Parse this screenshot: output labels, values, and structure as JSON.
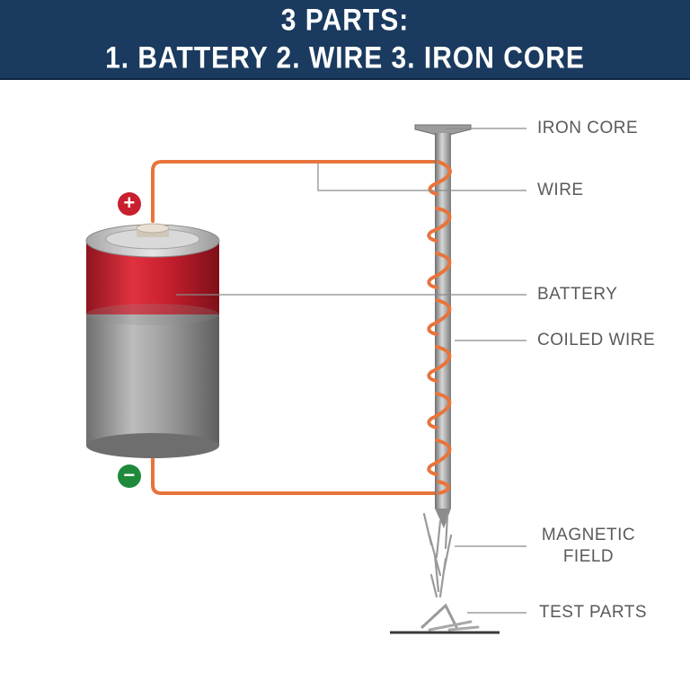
{
  "header": {
    "line1": "3 PARTS:",
    "line2": "1. BATTERY 2. WIRE 3. IRON CORE"
  },
  "labels": {
    "iron_core": "IRON CORE",
    "wire": "WIRE",
    "battery": "BATTERY",
    "coiled_wire": "COILED WIRE",
    "magnetic_field_1": "MAGNETIC",
    "magnetic_field_2": "FIELD",
    "test_parts": "TEST PARTS"
  },
  "terminals": {
    "positive": "+",
    "negative": "−"
  },
  "colors": {
    "header_bg": "#1a3a5f",
    "wire": "#e8743b",
    "battery_red": "#c8202f",
    "battery_gray": "#9a9a9a",
    "positive": "#c8202f",
    "negative": "#1f8a3c",
    "label": "#5a5a5a"
  }
}
